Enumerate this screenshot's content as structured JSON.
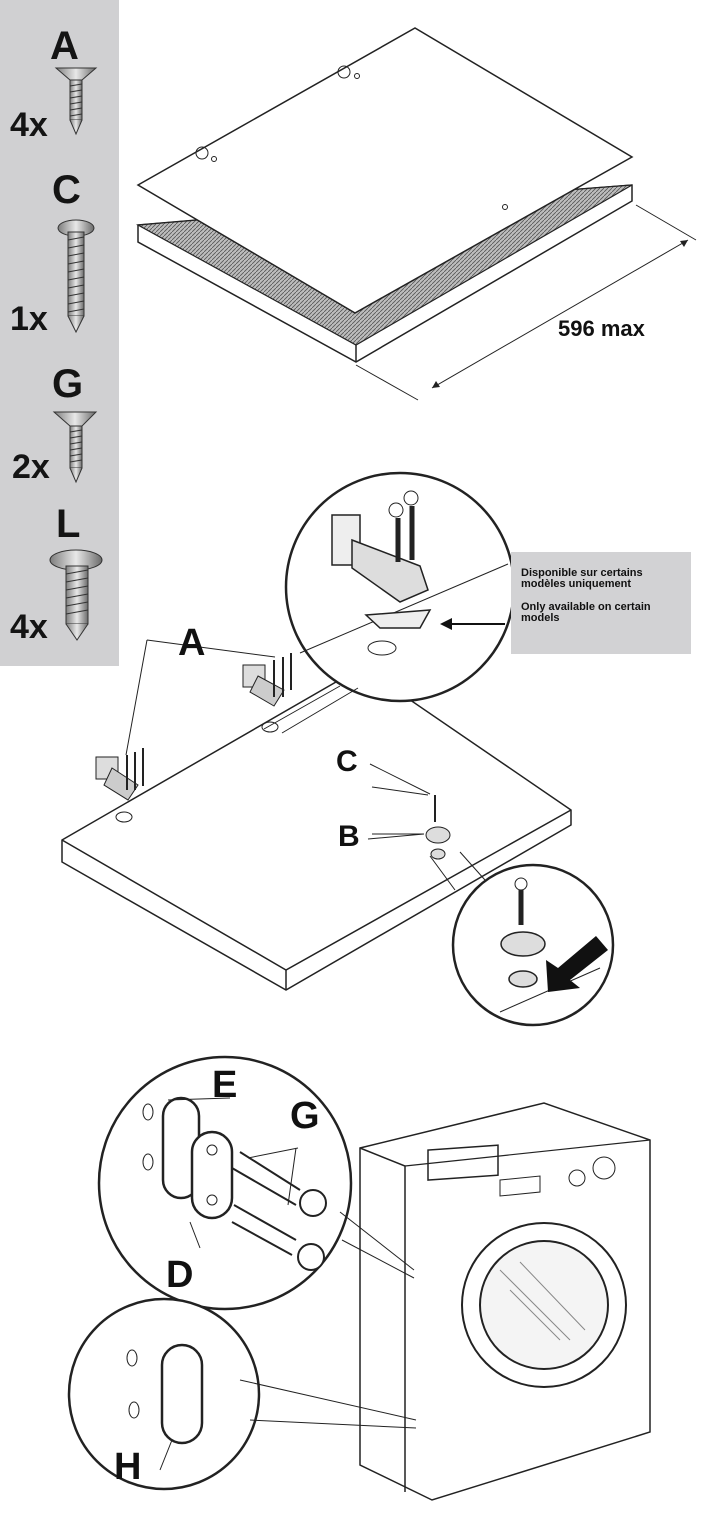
{
  "screws": [
    {
      "letter": "A",
      "qty": "4x"
    },
    {
      "letter": "C",
      "qty": "1x"
    },
    {
      "letter": "G",
      "qty": "2x"
    },
    {
      "letter": "L",
      "qty": "4x"
    }
  ],
  "dimension_label": "596 max",
  "note": {
    "fr": "Disponible sur certains modèles uniquement",
    "en": "Only available on certain models"
  },
  "callouts": {
    "a": "A",
    "b": "B",
    "c": "C",
    "d": "D",
    "e": "E",
    "g": "G",
    "h": "H"
  },
  "colors": {
    "panel": "#d0d0d2",
    "ink": "#141414"
  }
}
